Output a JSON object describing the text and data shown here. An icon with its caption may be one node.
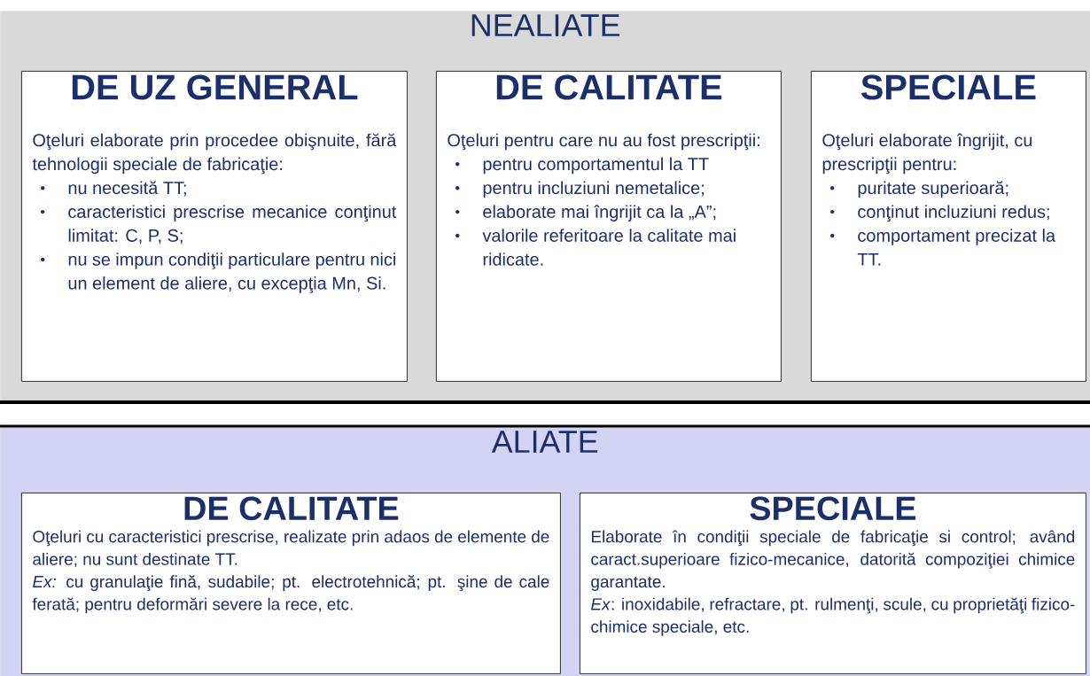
{
  "diagram": {
    "nodes": [
      {
        "text": [
          "NEALIATE"
        ]
      },
      {
        "text": [
          "DE UZ GENERAL",
          "Oţeluri elaborate prin procedee obişnuite, fără tehnologii speciale de fabricaţie:",
          "nu necesită TT;",
          "caracteristici prescrise mecanice conţinut limitat: C, P, S;",
          "nu se impun condiţii particulare pentru nici un element de aliere, cu excepţia Mn, Si."
        ],
        "in": 0
      },
      {
        "text": [
          "DE CALITATE",
          "Oţeluri pentru care nu au fost prescripţii:",
          "pentru comportamentul la TT",
          "pentru incluziuni nemetalice;",
          "elaborate mai îngrijit ca la „A”;",
          "valorile referitoare la calitate mai ridicate."
        ],
        "in": 0
      },
      {
        "text": [
          "SPECIALE",
          "Oţeluri elaborate îngrijit, cu prescripţii pentru:",
          "puritate superioară;",
          "conţinut incluziuni redus;",
          "comportament precizat la TT."
        ],
        "in": 0
      },
      {
        "text": [
          "ALIATE"
        ]
      },
      {
        "text": [
          "DE CALITATE",
          "Oţeluri cu caracteristici prescrise, realizate prin adaos de elemente de aliere; nu sunt destinate TT.",
          "*Ex:* cu granulaţie fină, sudabile; pt. electrotehnică; pt. şine de cale ferată; pentru deformări severe la rece, etc."
        ],
        "in": 4
      },
      {
        "text": [
          "SPECIALE",
          "Elaborate în condiţii speciale de fabricaţie si control; având caract.superioare fizico-mecanice, datorită compoziţiei chimice garantate.",
          "*Ex*: inoxidabile, refractare, pt. rulmenţi, scule, cu proprietăţi fizico-chimice speciale, etc."
        ],
        "in": 4
      }
    ]
  }
}
